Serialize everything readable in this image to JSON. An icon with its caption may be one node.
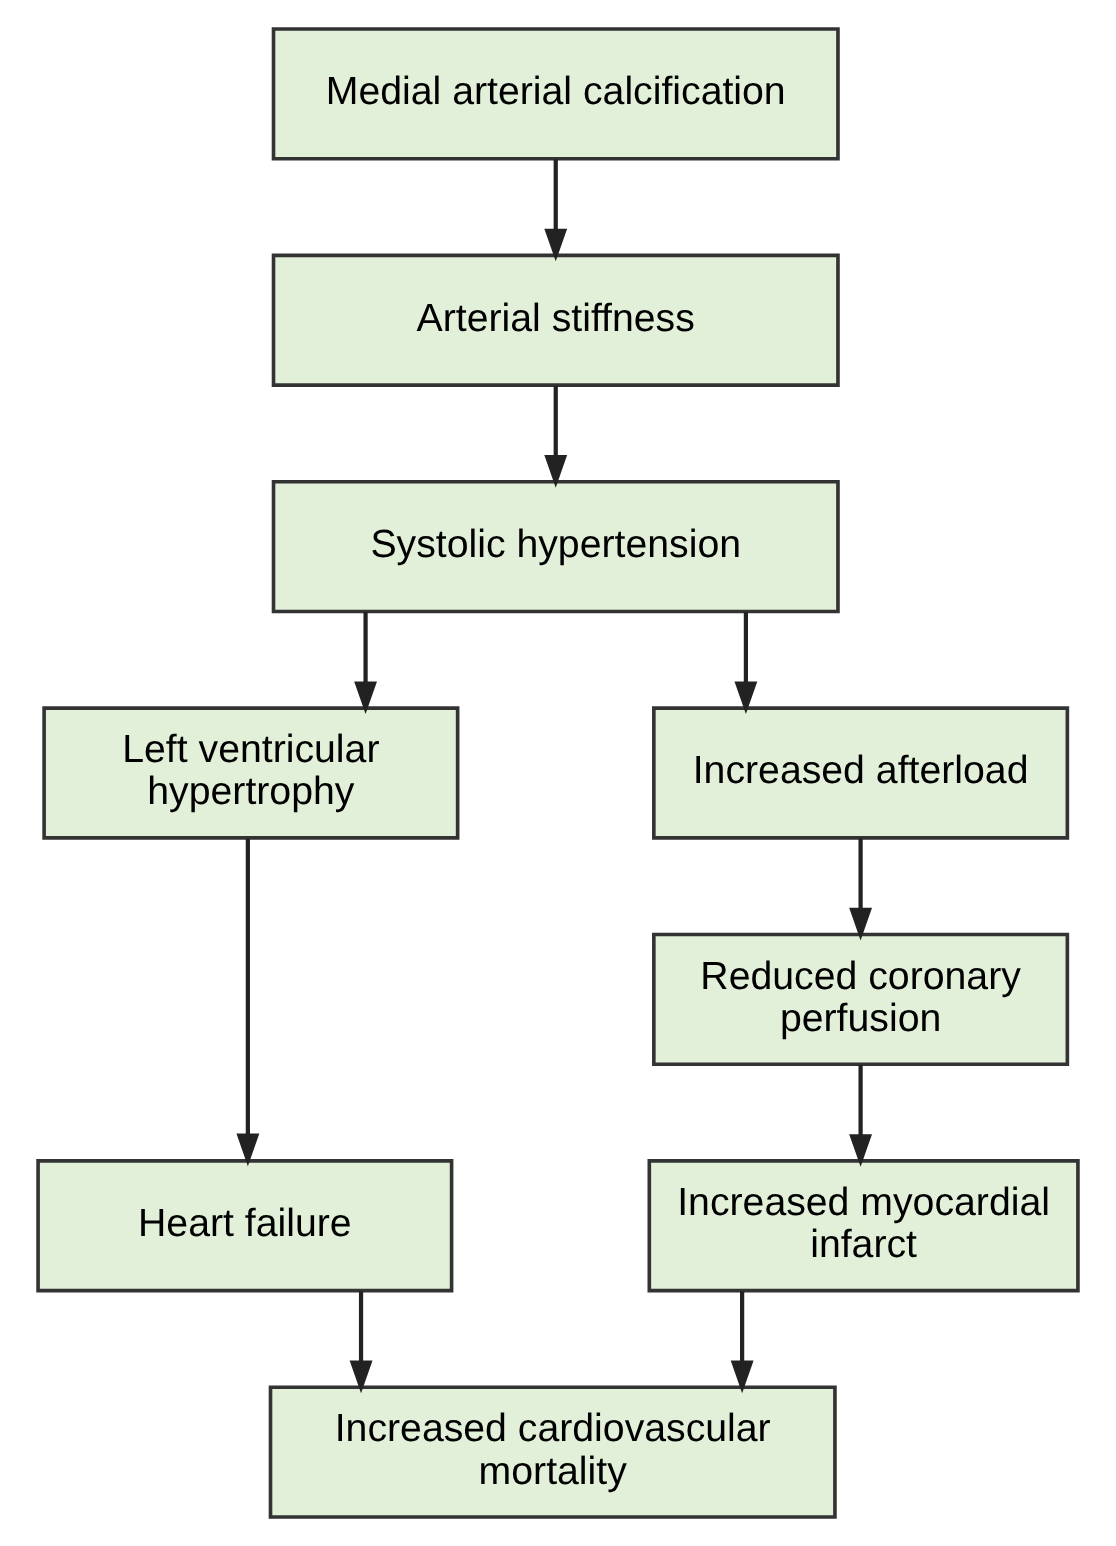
{
  "diagram": {
    "nodes": [
      {
        "text": [
          "Medial arterial calcification"
        ]
      },
      {
        "text": [
          "Arterial stiffness"
        ]
      },
      {
        "text": [
          "Systolic hypertension"
        ]
      },
      {
        "text": [
          "Left ventricular hypertrophy"
        ]
      },
      {
        "text": [
          "Increased afterload"
        ]
      },
      {
        "text": [
          "Heart failure"
        ]
      },
      {
        "text": [
          "Reduced coronary perfusion"
        ]
      },
      {
        "text": [
          "Increased myocardial infarct"
        ]
      },
      {
        "text": [
          "Increased cardiovascular mortality"
        ]
      }
    ],
    "edges": [
      {
        "from": 0,
        "to": 1,
        "arrow": "to"
      },
      {
        "from": 1,
        "to": 2,
        "arrow": "to"
      },
      {
        "from": 2,
        "to": 3,
        "arrow": "to"
      },
      {
        "from": 2,
        "to": 4,
        "arrow": "to"
      },
      {
        "from": 3,
        "to": 5,
        "arrow": "to"
      },
      {
        "from": 4,
        "to": 6,
        "arrow": "to"
      },
      {
        "from": 6,
        "to": 7,
        "arrow": "to"
      },
      {
        "from": 5,
        "to": 8,
        "arrow": "to"
      },
      {
        "from": 7,
        "to": 8,
        "arrow": "to"
      }
    ]
  }
}
